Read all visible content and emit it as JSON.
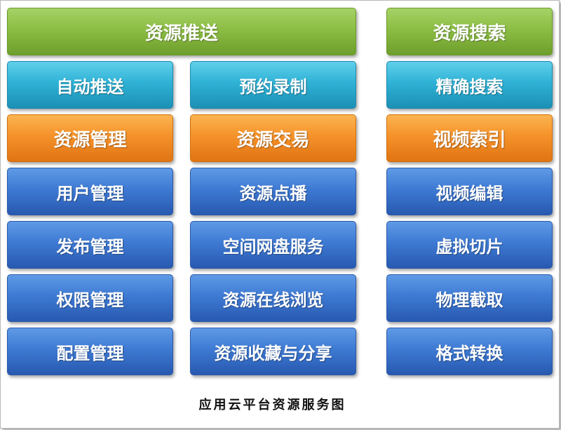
{
  "diagram": {
    "caption": "应用云平台资源服务图",
    "colors": {
      "header_green": "#8cbd44",
      "sub_cyan": "#2fb2d6",
      "category_orange": "#f5922a",
      "item_blue": "#3e7ad3"
    },
    "headers": {
      "push": "资源推送",
      "search": "资源搜索"
    },
    "push_modes": [
      "自动推送",
      "预约录制"
    ],
    "search_mode": "精确搜索",
    "columns": [
      {
        "title": "资源管理",
        "items": [
          "用户管理",
          "发布管理",
          "权限管理",
          "配置管理"
        ]
      },
      {
        "title": "资源交易",
        "items": [
          "资源点播",
          "空间网盘服务",
          "资源在线浏览",
          "资源收藏与分享"
        ]
      },
      {
        "title": "视频索引",
        "items": [
          "视频编辑",
          "虚拟切片",
          "物理截取",
          "格式转换"
        ]
      }
    ]
  }
}
